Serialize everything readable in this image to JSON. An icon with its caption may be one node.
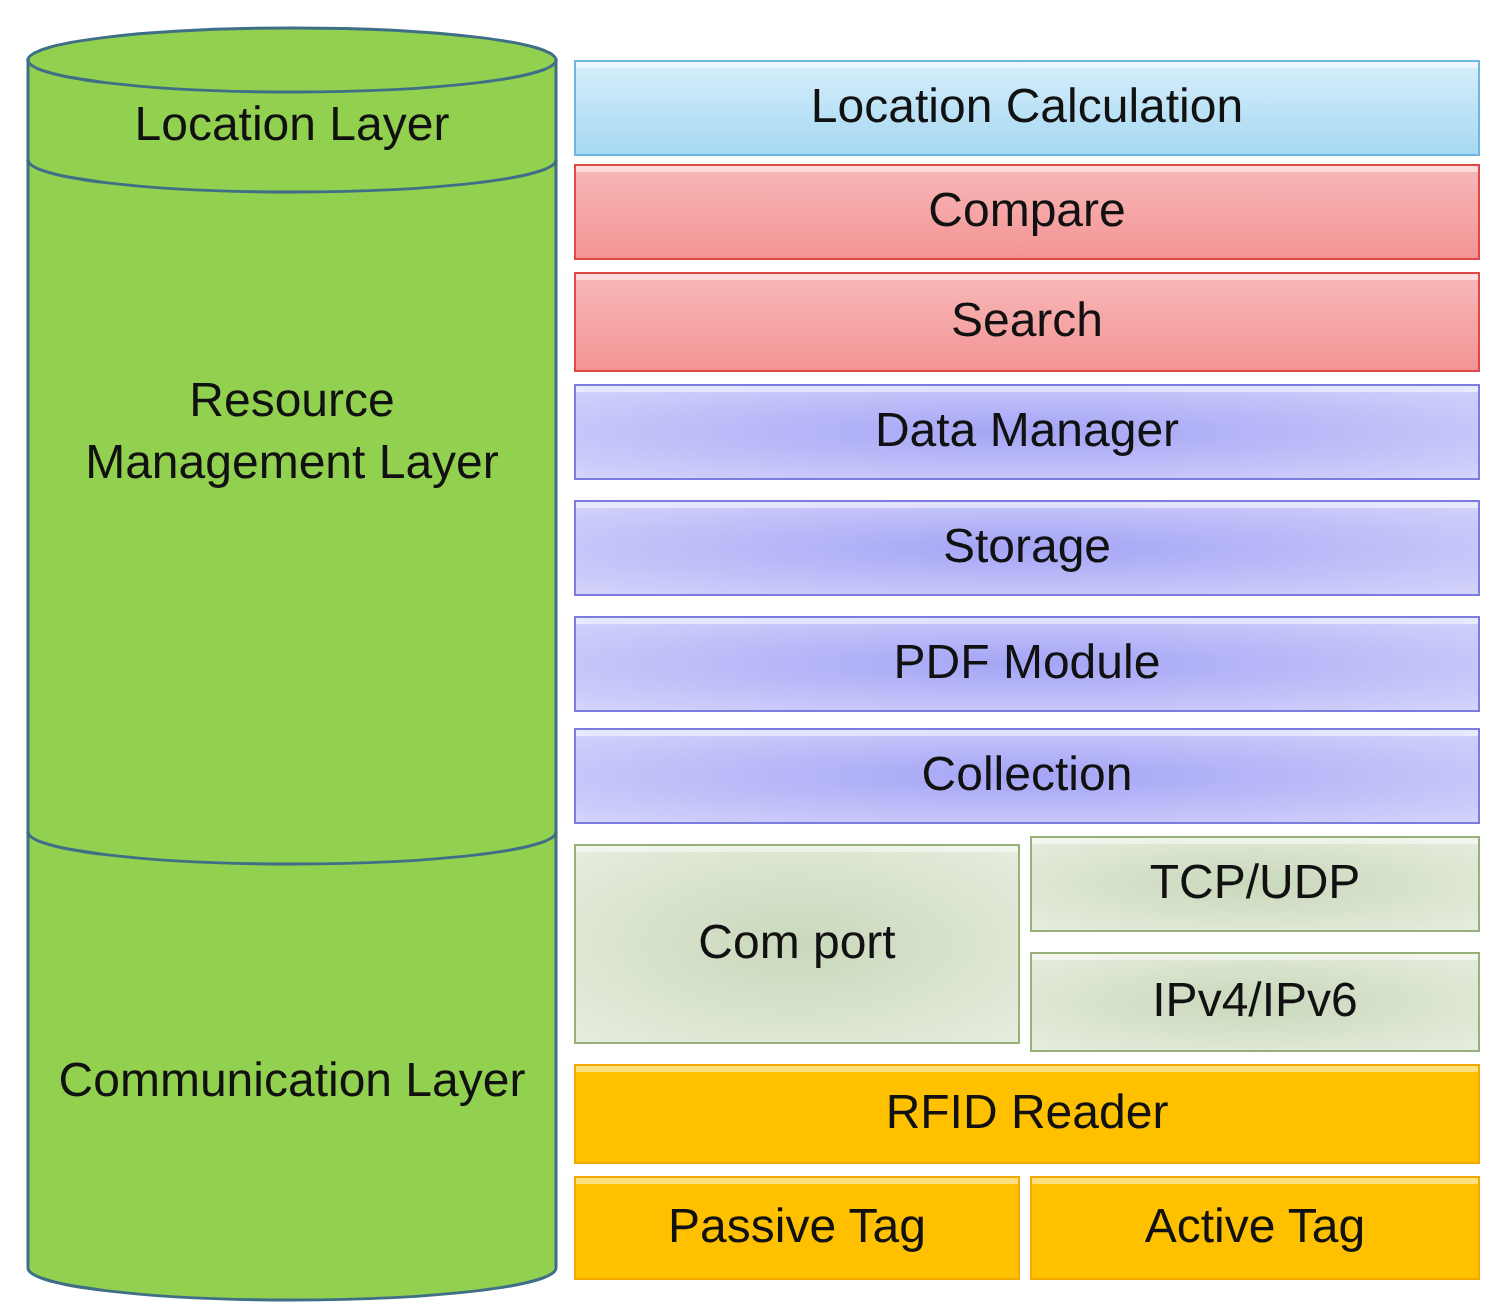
{
  "diagram": {
    "nodes": [
      {
        "text": [
          "Location Layer"
        ]
      },
      {
        "text": [
          "Resource Management Layer"
        ]
      },
      {
        "text": [
          "Communication Layer"
        ]
      },
      {
        "text": [
          "Location Calculation"
        ]
      },
      {
        "text": [
          "Compare"
        ]
      },
      {
        "text": [
          "Search"
        ]
      },
      {
        "text": [
          "Data Manager"
        ]
      },
      {
        "text": [
          "Storage"
        ]
      },
      {
        "text": [
          "PDF Module"
        ]
      },
      {
        "text": [
          "Collection"
        ]
      },
      {
        "text": [
          "Com port"
        ]
      },
      {
        "text": [
          "TCP/UDP"
        ]
      },
      {
        "text": [
          "IPv4/IPv6"
        ]
      },
      {
        "text": [
          "RFID Reader"
        ]
      },
      {
        "text": [
          "Passive Tag"
        ]
      },
      {
        "text": [
          "Active Tag"
        ]
      }
    ]
  }
}
